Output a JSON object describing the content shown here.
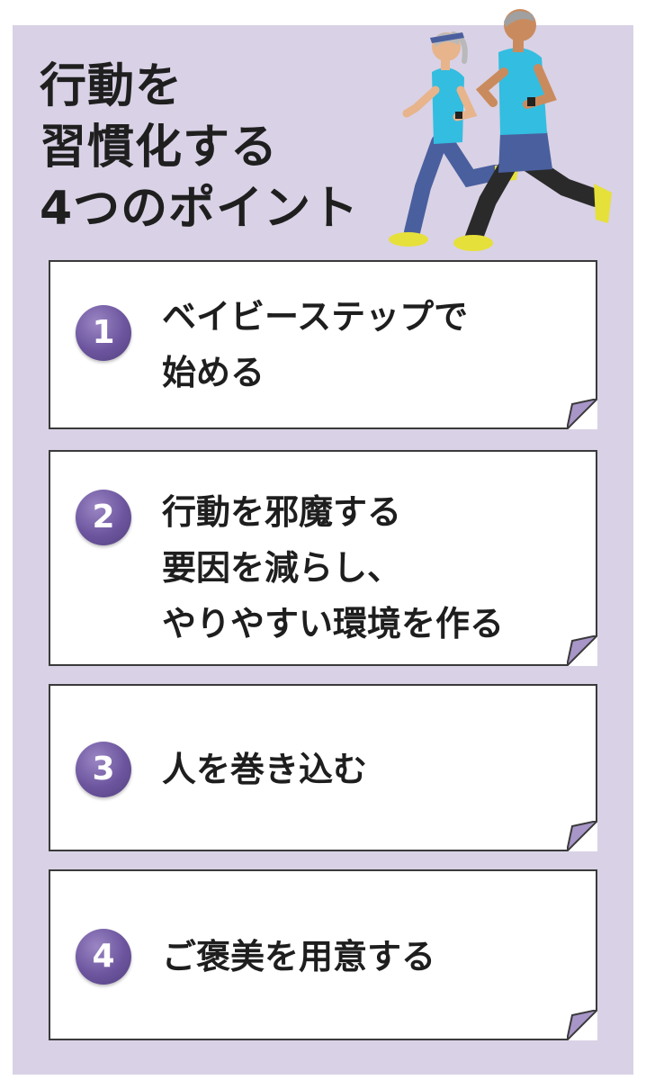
{
  "title": {
    "line1": "行動を",
    "line2": "習慣化する",
    "line3": "4つのポイント"
  },
  "points": [
    {
      "number": "1",
      "lines": [
        "ベイビーステップで",
        "始める"
      ]
    },
    {
      "number": "2",
      "lines": [
        "行動を邪魔する",
        "要因を減らし、",
        "やりやすい環境を作る"
      ]
    },
    {
      "number": "3",
      "lines": [
        "人を巻き込む"
      ]
    },
    {
      "number": "4",
      "lines": [
        "ご褒美を用意する"
      ]
    }
  ],
  "colors": {
    "background": "#d9d1e5",
    "badge": "#6c559e",
    "fold": "#a896c8",
    "shirt": "#33bde0",
    "shoes": "#e6e03a"
  },
  "illustration": "runners-illustration"
}
